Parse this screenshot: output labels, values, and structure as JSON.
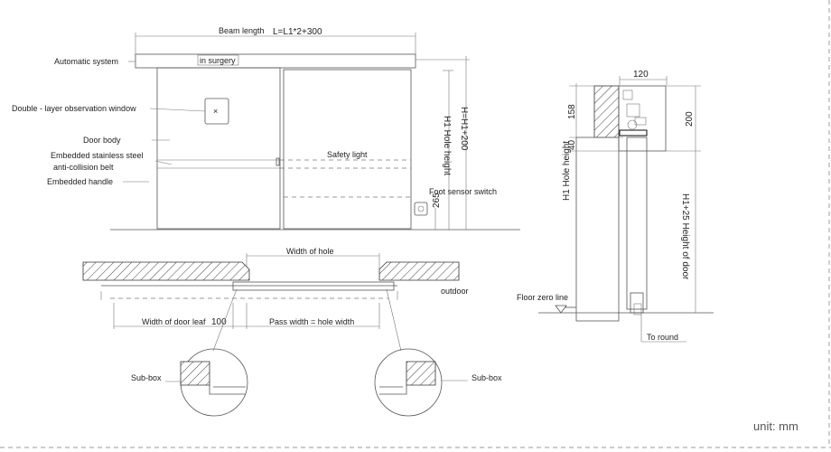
{
  "labels": {
    "beam_length": "Beam length",
    "beam_formula": "L=L1*2+300",
    "automatic_system": "Automatic system",
    "in_surgery": "in surgery",
    "observation_window": "Double - layer observation window",
    "door_body": "Door body",
    "stainless_belt_line1": "Embedded stainless steel",
    "stainless_belt_line2": "anti-collision belt",
    "embedded_handle": "Embedded handle",
    "safety_light": "Safety light",
    "foot_sensor": "Foot sensor switch",
    "dim_265": "265",
    "h1_hole_height": "H1 Hole height",
    "h_formula": "H=H1+200",
    "width_of_hole": "Width of hole",
    "outdoor": "outdoor",
    "width_of_door_leaf": "Width of door leaf",
    "dim_100": "100",
    "pass_width": "Pass width = hole width",
    "sub_box_left": "Sub-box",
    "sub_box_right": "Sub-box",
    "dim_120": "120",
    "dim_158": "158",
    "dim_40": "40",
    "dim_200": "200",
    "side_h1_hole_height": "H1 Hole height",
    "side_h1_plus_25": "H1+25 Height of door",
    "floor_zero_line": "Floor zero line",
    "to_round": "To round",
    "unit": "unit:  mm"
  }
}
